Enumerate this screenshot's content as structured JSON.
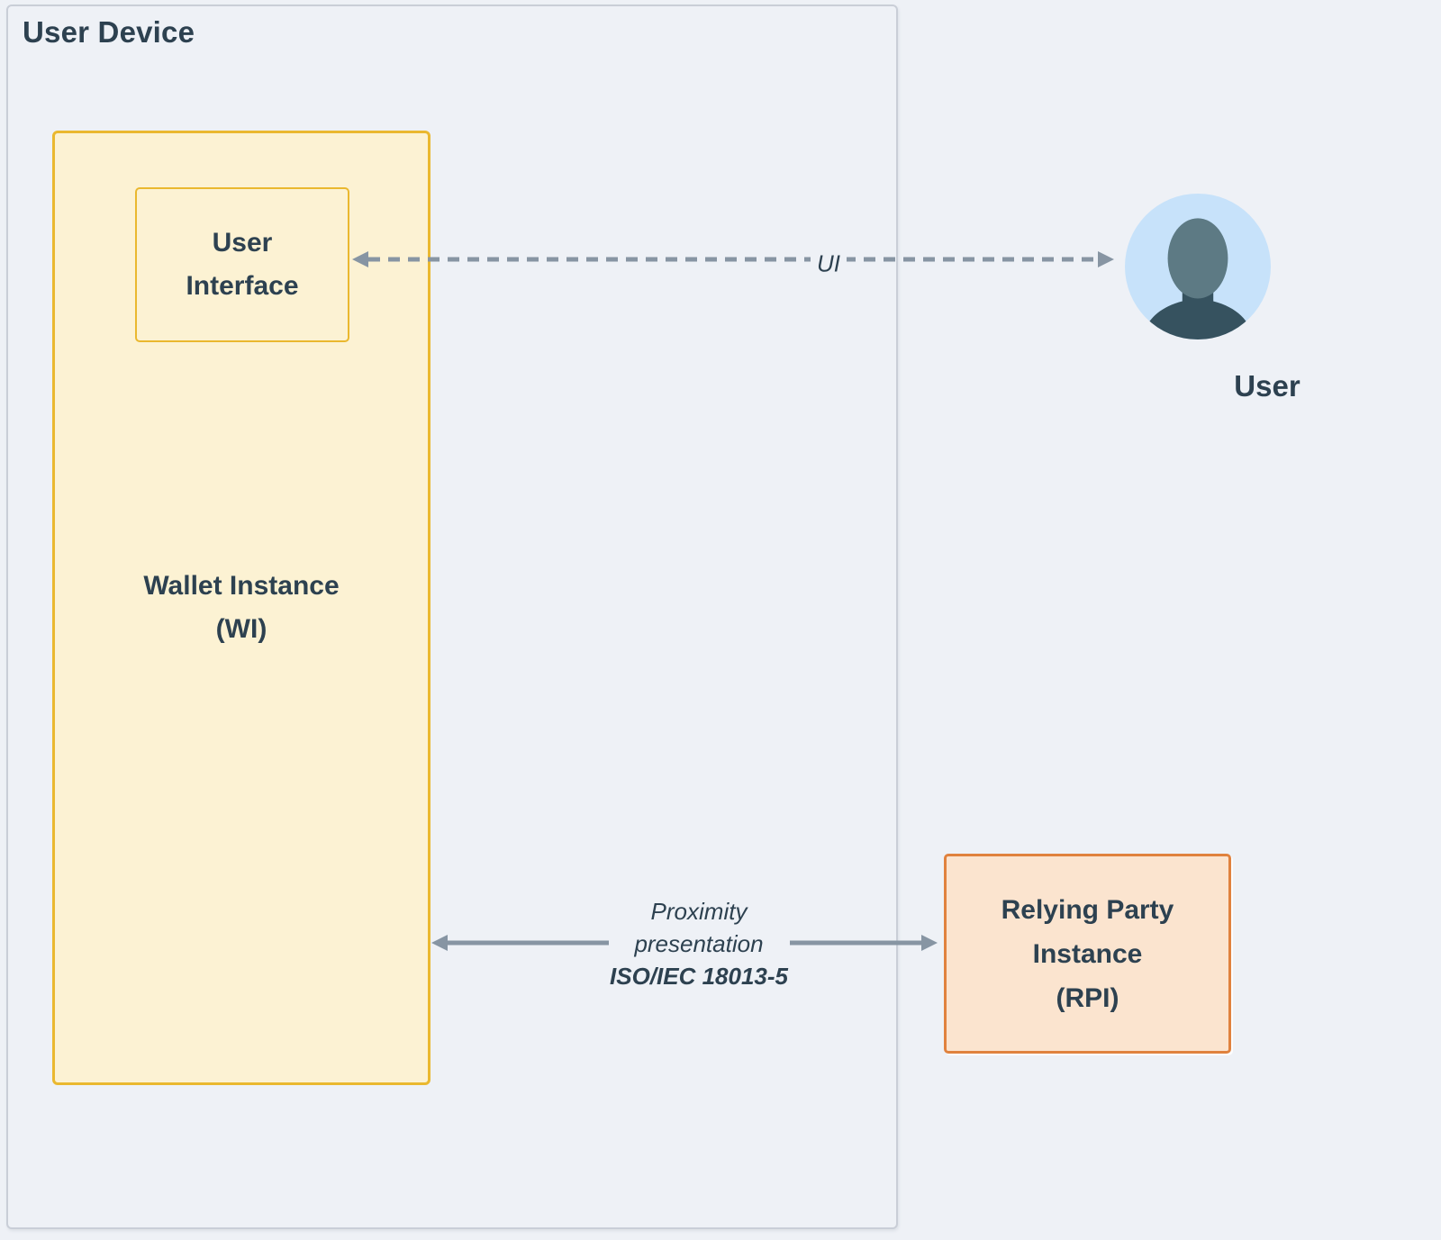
{
  "user_device": {
    "title": "User Device"
  },
  "wallet_instance": {
    "lines": [
      "Wallet Instance",
      "(WI)"
    ]
  },
  "user_interface": {
    "lines": [
      "User",
      "Interface"
    ]
  },
  "user": {
    "label": "User"
  },
  "relying_party_instance": {
    "lines": [
      "Relying Party",
      "Instance",
      "(RPI)"
    ]
  },
  "edges": {
    "ui": {
      "label": "UI",
      "style": "dashed-bidirectional",
      "connects": [
        "User Interface",
        "User"
      ]
    },
    "proximity": {
      "lines": [
        "Proximity",
        "presentation",
        "ISO/IEC 18013-5"
      ],
      "style": "solid-bidirectional",
      "connects": [
        "Wallet Instance (WI)",
        "Relying Party Instance (RPI)"
      ]
    }
  },
  "colors": {
    "page_bg": "#eef1f6",
    "container_border": "#c9ced7",
    "text_dark": "#2d4150",
    "wallet_fill": "#fcf2d3",
    "wallet_border": "#eab82f",
    "rpi_fill": "#fbe4cf",
    "rpi_border": "#e0823e",
    "arrow_gray": "#8795a3",
    "avatar_bg": "#c7e2fa",
    "avatar_head": "#5d7a84",
    "avatar_body": "#36525f"
  }
}
